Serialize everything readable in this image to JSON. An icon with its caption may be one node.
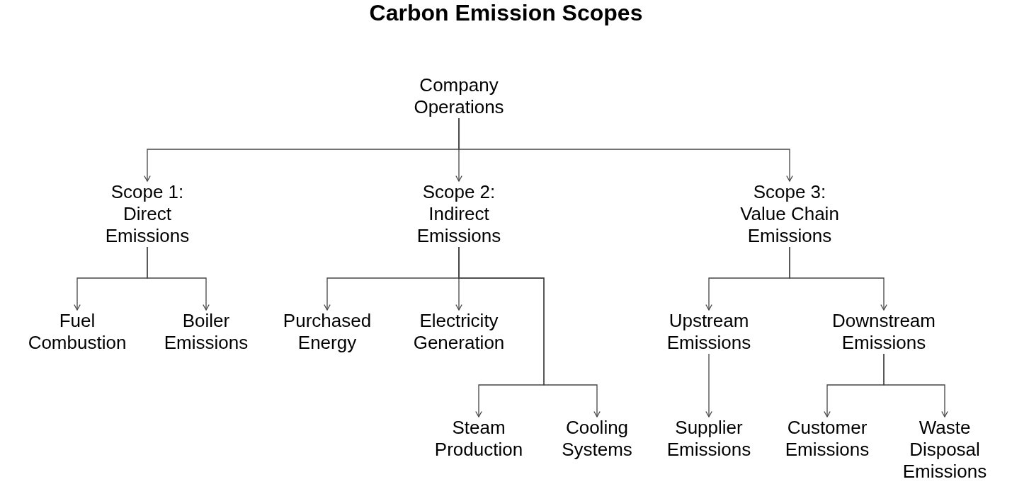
{
  "diagram": {
    "title": "Carbon Emission Scopes",
    "nodes": [
      {
        "text": [
          "Company Operations"
        ]
      },
      {
        "text": [
          "Scope 1: Direct Emissions"
        ]
      },
      {
        "text": [
          "Scope 2: Indirect Emissions"
        ]
      },
      {
        "text": [
          "Scope 3: Value Chain Emissions"
        ]
      },
      {
        "text": [
          "Fuel Combustion"
        ]
      },
      {
        "text": [
          "Boiler Emissions"
        ]
      },
      {
        "text": [
          "Purchased Energy"
        ]
      },
      {
        "text": [
          "Electricity Generation"
        ]
      },
      {
        "text": [
          "Upstream Emissions"
        ]
      },
      {
        "text": [
          "Downstream Emissions"
        ]
      },
      {
        "text": [
          "Steam Production"
        ]
      },
      {
        "text": [
          "Cooling Systems"
        ]
      },
      {
        "text": [
          "Supplier Emissions"
        ]
      },
      {
        "text": [
          "Customer Emissions"
        ]
      },
      {
        "text": [
          "Waste Disposal Emissions"
        ]
      }
    ],
    "edges": [
      {
        "from": 0,
        "to": 1,
        "arrow": "to"
      },
      {
        "from": 0,
        "to": 2,
        "arrow": "to"
      },
      {
        "from": 0,
        "to": 3,
        "arrow": "to"
      },
      {
        "from": 1,
        "to": 4,
        "arrow": "to"
      },
      {
        "from": 1,
        "to": 5,
        "arrow": "to"
      },
      {
        "from": 2,
        "to": 6,
        "arrow": "to"
      },
      {
        "from": 2,
        "to": 7,
        "arrow": "to"
      },
      {
        "from": 2,
        "to": 10,
        "arrow": "to"
      },
      {
        "from": 2,
        "to": 11,
        "arrow": "to"
      },
      {
        "from": 3,
        "to": 8,
        "arrow": "to"
      },
      {
        "from": 3,
        "to": 9,
        "arrow": "to"
      },
      {
        "from": 8,
        "to": 12,
        "arrow": "to"
      },
      {
        "from": 9,
        "to": 13,
        "arrow": "to"
      },
      {
        "from": 9,
        "to": 14,
        "arrow": "to"
      }
    ]
  }
}
